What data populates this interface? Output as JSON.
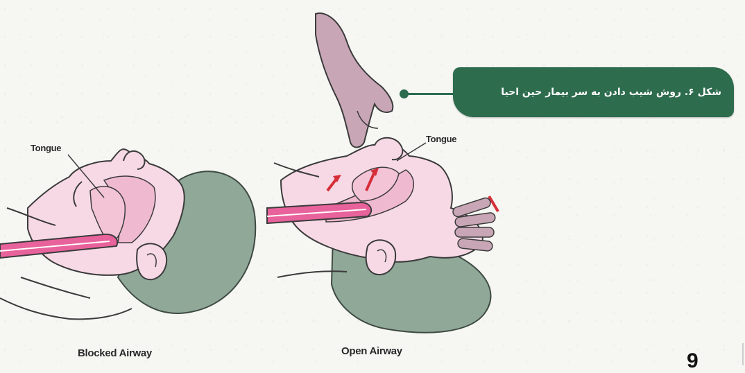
{
  "figure": {
    "labels": {
      "tongue_left": "Tongue",
      "tongue_right": "Tongue",
      "caption_left": "Blocked Airway",
      "caption_right": "Open Airway"
    },
    "callout": {
      "text": "شکل ۶. روش شیب دادن به سر بیمار حین احیا"
    },
    "page_mark": "9"
  },
  "colors": {
    "skin": "#f7d9e6",
    "skin_dark": "#efb9cf",
    "airway": "#e8629b",
    "hair": "#8fa897",
    "hand": "#c8a6b5",
    "callout_bg": "#2e6c4e",
    "arrow": "#d62e3a"
  }
}
